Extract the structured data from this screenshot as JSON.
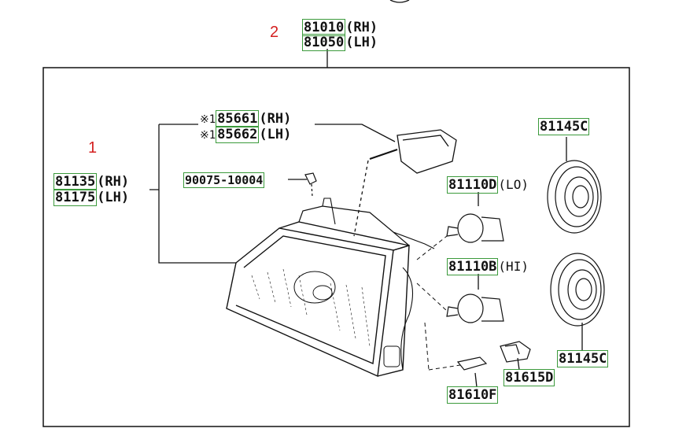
{
  "callouts": {
    "c1": "1",
    "c2": "2"
  },
  "parts": {
    "assembly_rh": {
      "number": "81010",
      "side": "(RH)"
    },
    "assembly_lh": {
      "number": "81050",
      "side": "(LH)"
    },
    "unit_rh": {
      "number": "81135",
      "side": "(RH)"
    },
    "unit_lh": {
      "number": "81175",
      "side": "(LH)"
    },
    "computer_rh": {
      "mark": "※1",
      "number": "85661",
      "side": "(RH)"
    },
    "computer_lh": {
      "mark": "※1",
      "number": "85662",
      "side": "(LH)"
    },
    "screw": {
      "number": "90075-10004"
    },
    "bulb_lo": {
      "number": "81110D",
      "suffix": "(LO)"
    },
    "bulb_hi": {
      "number": "81110B",
      "suffix": "(HI)"
    },
    "cover_top": {
      "number": "81145C"
    },
    "cover_bottom": {
      "number": "81145C"
    },
    "socket": {
      "number": "81615D"
    },
    "wedge_bulb": {
      "number": "81610F"
    }
  },
  "colors": {
    "line": "#111111",
    "label_box": "#3c9a3c",
    "callout": "#d42020"
  }
}
